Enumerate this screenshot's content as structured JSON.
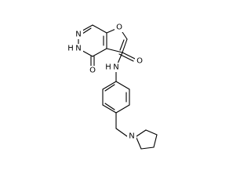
{
  "molecule": {
    "atoms": {
      "N1": "N",
      "N3": "N",
      "H3": "H",
      "O_furan": "O",
      "O_oxo": "O",
      "N_amide": "N",
      "H_amide": "H",
      "O_amide": "O",
      "N_pyrrolidine": "N"
    }
  }
}
